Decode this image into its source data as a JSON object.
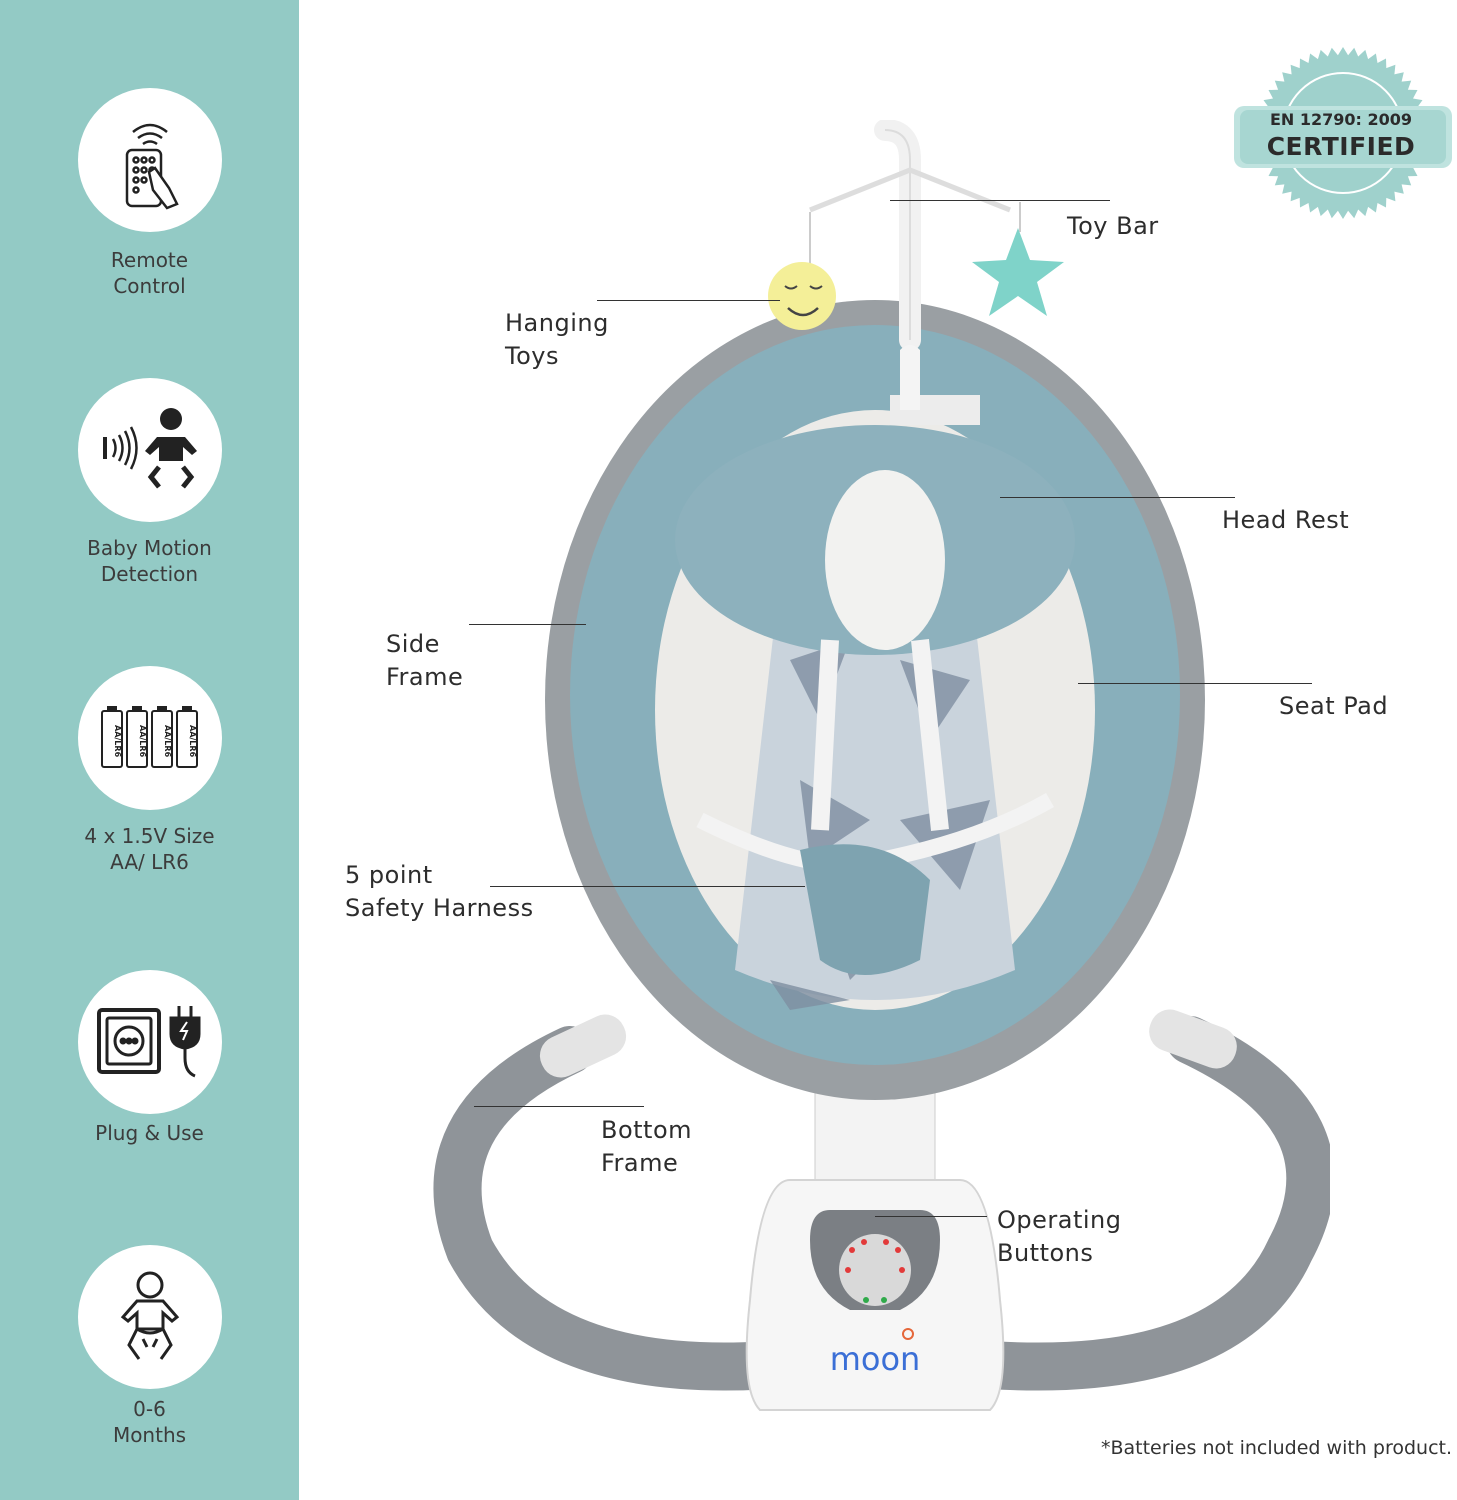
{
  "features": [
    {
      "label": "Remote\nControl",
      "icon": "remote-control-icon"
    },
    {
      "label": "Baby Motion\nDetection",
      "icon": "baby-motion-icon"
    },
    {
      "label": "4 x 1.5V Size\nAA/ LR6",
      "icon": "batteries-icon",
      "battery_text": "AA/LR6"
    },
    {
      "label": "Plug & Use",
      "icon": "plug-socket-icon"
    },
    {
      "label": "0-6\nMonths",
      "icon": "baby-icon"
    }
  ],
  "callouts": {
    "toy_bar": "Toy Bar",
    "hanging_toys": "Hanging\nToys",
    "head_rest": "Head Rest",
    "side_frame": "Side\nFrame",
    "seat_pad": "Seat Pad",
    "harness": "5 point\nSafety Harness",
    "bottom_frame": "Bottom\nFrame",
    "operating_buttons": "Operating\nButtons"
  },
  "certification": {
    "standard": "EN 12790: 2009",
    "label": "CERTIFIED"
  },
  "brand": "moon",
  "footnote": "*Batteries not included with product.",
  "colors": {
    "sidebar": "#93cac5",
    "seat": "#88afbb",
    "frame": "#8f9499",
    "brand": "#3b6fd6",
    "seal": "#9fd1cc"
  }
}
